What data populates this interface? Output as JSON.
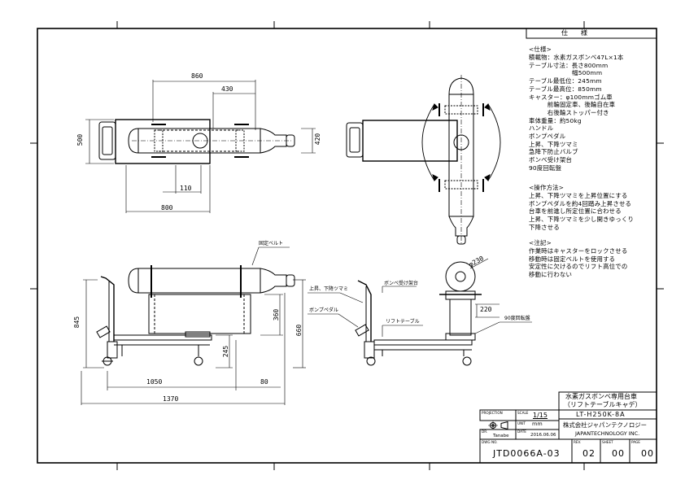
{
  "spec": {
    "header": "仕　　様",
    "spec_title": "<仕様>",
    "spec_lines": [
      "積載物：水素ガスボンベ47L×1本",
      "テーブル寸法：長さ800mm",
      "　　　　　　　幅500mm",
      "テーブル最低位：245mm",
      "テーブル最高位：850mm",
      "キャスター：φ100mmゴム車",
      "　　　前輪固定車、後輪自在車",
      "　　　右後輪ストッパー付き",
      "車体重量：約50kg",
      "ハンドル",
      "ボンプペダル",
      "上昇、下降ツマミ",
      "急降下防止バルブ",
      "ボンベ受け架台",
      "90度回転盤"
    ],
    "ops_title": "<操作方法>",
    "ops_lines": [
      "上昇、下降ツマミを上昇位置にする",
      "ボンプペダルを約4回踏み上昇させる",
      "台車を前進し所定位置に合わせる",
      "上昇、下降ツマミを少し開きゆっくり",
      "下降させる"
    ],
    "notes_title": "<注記>",
    "notes_lines": [
      "作業時はキャスターをロックさせる",
      "移動時は固定ベルトを使用する",
      "安定性に欠けるのでリフト高位での",
      "移動に行わない"
    ]
  },
  "dimensions": {
    "d860": "860",
    "d430": "430",
    "d500": "500",
    "d420": "420",
    "d110": "110",
    "d800": "800",
    "d845": "845",
    "d245": "245",
    "d360": "360",
    "d660": "660",
    "d1050": "1050",
    "d80": "80",
    "d1370": "1370",
    "d230": "φ230",
    "d220": "220"
  },
  "labels": {
    "belt": "固定ベルト",
    "knob": "上昇、下降ツマミ",
    "cradle": "ボンベ受け架台",
    "pedal": "ボンプペダル",
    "lift_table": "リフトテーブル",
    "turntable": "90度回転盤"
  },
  "title_block": {
    "title_line1": "水素ガスボンベ専用台車",
    "title_line2": "（リフトテーブルキャデ）",
    "model": "LT-H250K-8A",
    "company_jp": "株式会社ジャパンテクノロジー",
    "company_en": "JAPANTECHNOLOGY INC.",
    "projection_label": "PROJECTION",
    "scale_label": "SCALE",
    "scale_value": "1/15",
    "unit_label": "UNIT",
    "unit_value": "mm",
    "dr_label": "DR.",
    "dr_value": "Tanabe",
    "date_label": "DATE",
    "date_value": "2016.06.06",
    "dwg_label": "DWG NO.",
    "dwg_value": "JTD0066A-03",
    "rev_label": "REV.",
    "rev_value": "02",
    "sheet_label": "SHEET",
    "sheet_value": "00",
    "page_label": "PAGE",
    "page_value": "00"
  }
}
